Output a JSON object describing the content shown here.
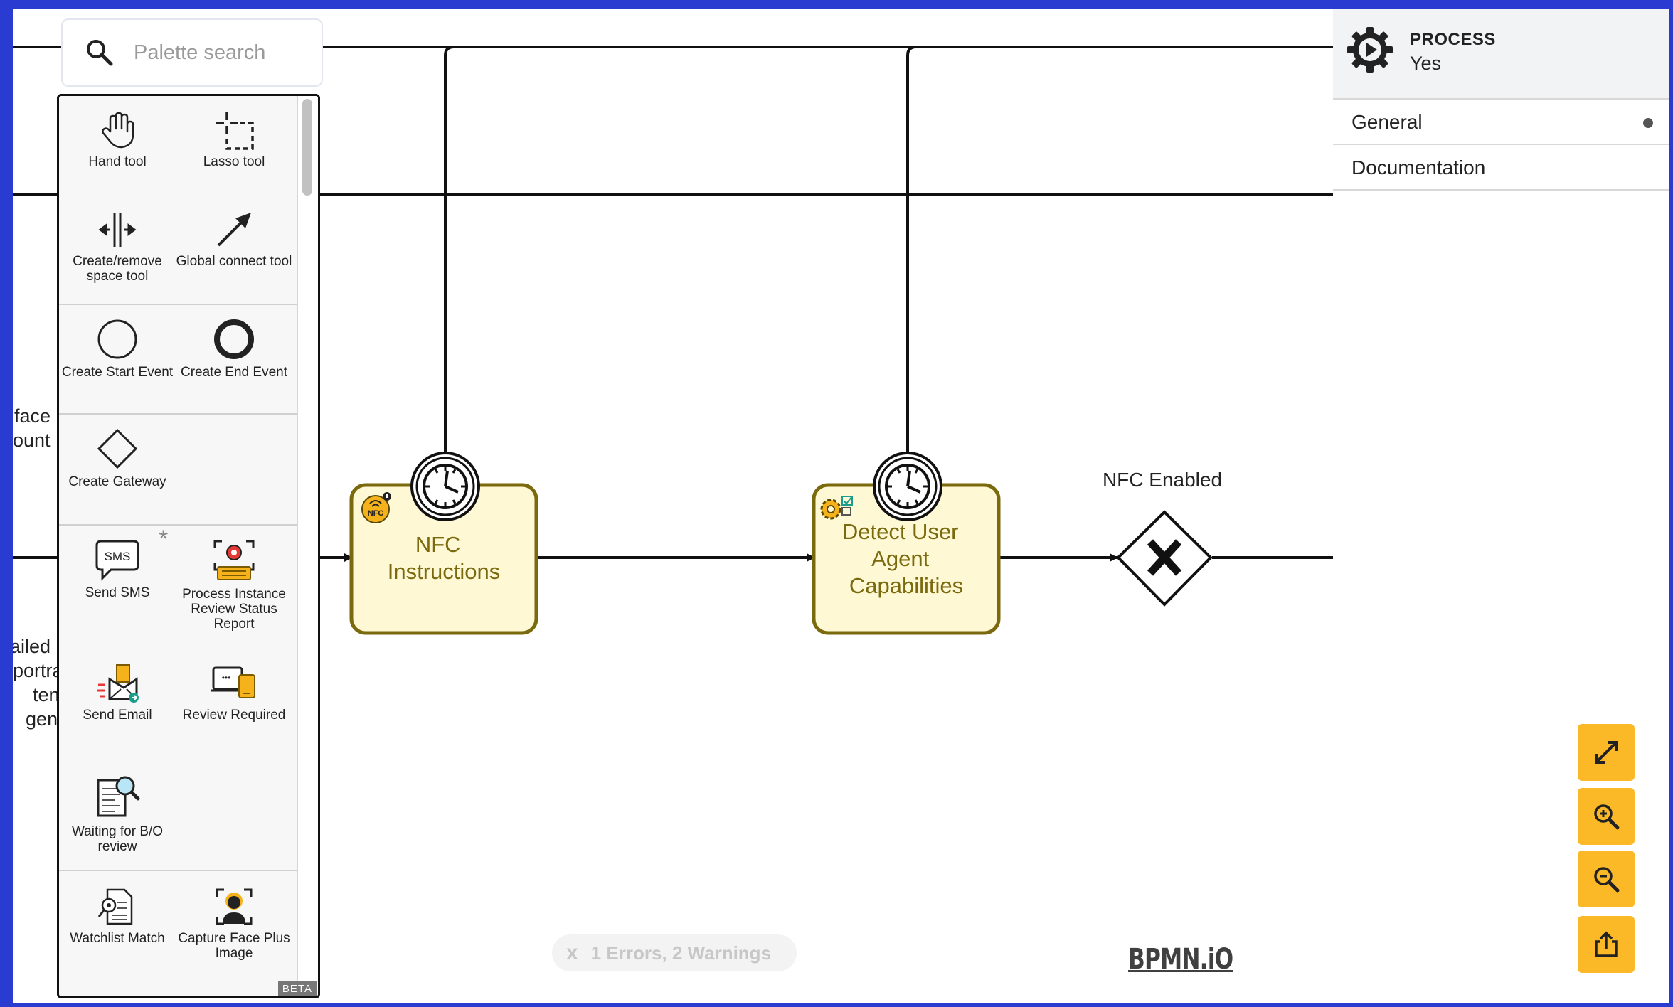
{
  "palette": {
    "search_placeholder": "Palette search",
    "beta_label": "BETA",
    "asterisk": "*",
    "groups": [
      {
        "items": [
          {
            "label": "Hand tool",
            "icon": "hand-icon"
          },
          {
            "label": "Lasso tool",
            "icon": "lasso-icon"
          }
        ]
      },
      {
        "items": [
          {
            "label": "Create/remove space tool",
            "icon": "space-tool-icon"
          },
          {
            "label": "Global connect tool",
            "icon": "connect-arrow-icon"
          }
        ]
      },
      {
        "items": [
          {
            "label": "Create Start Event",
            "icon": "start-event-icon"
          },
          {
            "label": "Create End Event",
            "icon": "end-event-icon"
          }
        ]
      },
      {
        "items": [
          {
            "label": "Create Gateway",
            "icon": "gateway-icon"
          }
        ]
      },
      {
        "items": [
          {
            "label": "Send SMS",
            "icon": "sms-icon"
          },
          {
            "label": "Process Instance Review Status Report",
            "icon": "review-report-icon"
          },
          {
            "label": "Send Email",
            "icon": "email-icon"
          },
          {
            "label": "Review Required",
            "icon": "review-required-icon"
          },
          {
            "label": "Waiting for B/O review",
            "icon": "document-search-icon"
          }
        ]
      },
      {
        "items": [
          {
            "label": "Watchlist Match",
            "icon": "watchlist-icon"
          },
          {
            "label": "Capture Face Plus Image",
            "icon": "face-capture-icon"
          }
        ]
      }
    ]
  },
  "canvas": {
    "tasks": [
      {
        "label_lines": [
          "NFC",
          "Instructions"
        ],
        "badge": "NFC"
      },
      {
        "label_lines": [
          "Detect User",
          "Agent",
          "Capabilities"
        ]
      }
    ],
    "gateway_label": "NFC Enabled",
    "clipped_text_left": [
      "face",
      "ount",
      "ailed",
      "portra",
      "ten",
      "gen"
    ]
  },
  "properties": {
    "type": "PROCESS",
    "name": "Yes",
    "sections": [
      {
        "label": "General",
        "has_dot": true
      },
      {
        "label": "Documentation",
        "has_dot": false
      }
    ]
  },
  "zoom_controls": [
    "fullscreen-icon",
    "zoom-in-icon",
    "zoom-out-icon",
    "export-icon"
  ],
  "linting": {
    "icon": "x",
    "text": "1 Errors, 2 Warnings"
  },
  "logo": "BPMN.iO",
  "colors": {
    "frame": "#2a3bd1",
    "task_fill": "#fef8d4",
    "task_stroke": "#7b6a0d",
    "task_text": "#7b6a0d",
    "accent": "#fbb927"
  }
}
